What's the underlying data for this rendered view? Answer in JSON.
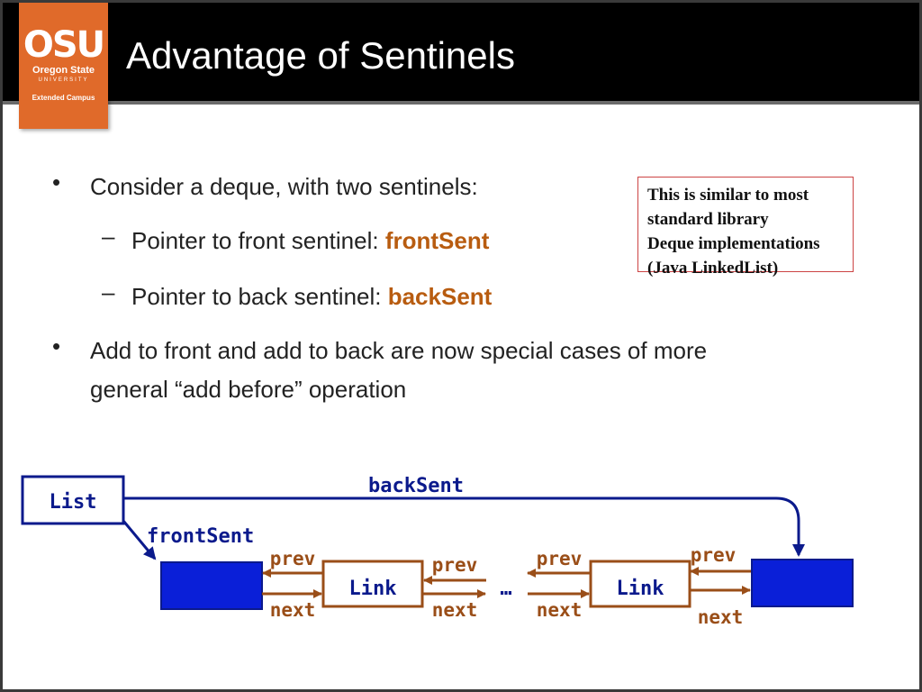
{
  "logo": {
    "main": "OSU",
    "sub": "Oregon State",
    "univ": "UNIVERSITY",
    "extended": "Extended Campus"
  },
  "title": "Advantage of Sentinels",
  "bullets": [
    {
      "text": "Consider a deque, with two sentinels:"
    },
    {
      "prefix": "Pointer to front sentinel: ",
      "highlight": "frontSent"
    },
    {
      "prefix": "Pointer to back sentinel: ",
      "highlight": "backSent"
    },
    {
      "line1": "Add to front and add to back are now special cases of more",
      "line2": "general “add before” operation"
    }
  ],
  "markers": {
    "bullet": "•",
    "dash": "–"
  },
  "note": {
    "lines": [
      "This is similar to most",
      "standard library",
      "Deque implementations",
      "(Java LinkedList)"
    ]
  },
  "diagram": {
    "list_label": "List",
    "back_sent_label": "backSent",
    "front_sent_label": "frontSent",
    "link1_label": "Link",
    "link2_label": "Link",
    "ellipsis": "…",
    "prev1": "prev",
    "prev2": "prev",
    "prev3": "prev",
    "prev4": "prev",
    "next1": "next",
    "next2": "next",
    "next3": "next",
    "next4": "next",
    "colors": {
      "sentinel_fill": "#0a1fd8",
      "pointer_line": "#0b1a8c",
      "link_arrow": "#9a4e18",
      "label_brown": "#9a4e18"
    }
  }
}
